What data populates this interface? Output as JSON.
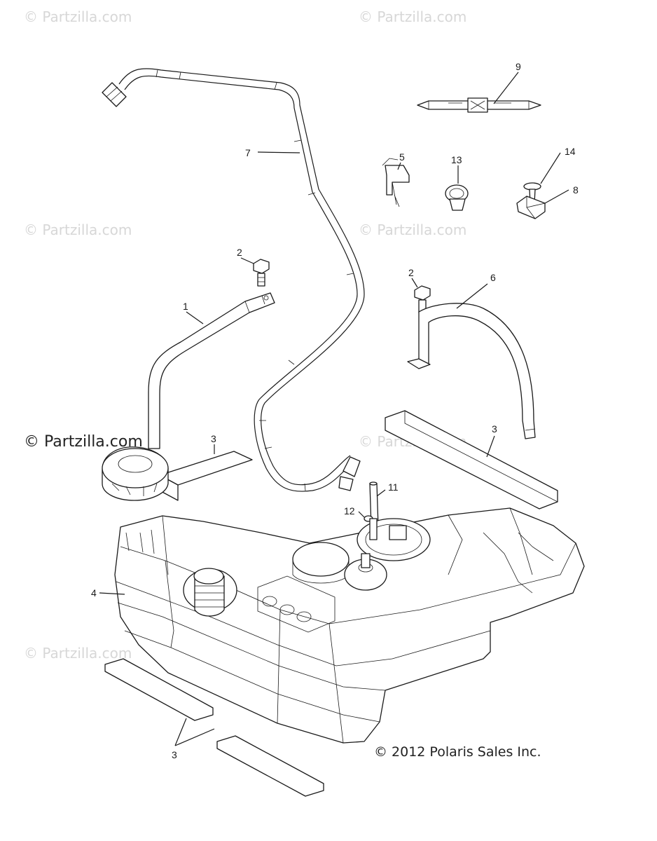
{
  "watermark": {
    "text": "© Partzilla.com",
    "bold_text": "© Partzilla.com"
  },
  "copyright": "© 2012 Polaris Sales Inc.",
  "callouts": {
    "c1": "1",
    "c2a": "2",
    "c2b": "2",
    "c3a": "3",
    "c3b": "3",
    "c3c": "3",
    "c4": "4",
    "c5": "5",
    "c6": "6",
    "c7": "7",
    "c8": "8",
    "c9": "9",
    "c11": "11",
    "c12": "12",
    "c13": "13",
    "c14": "14"
  },
  "colors": {
    "line": "#1a1a1a",
    "watermark": "#d7d7d7",
    "background": "#ffffff"
  }
}
